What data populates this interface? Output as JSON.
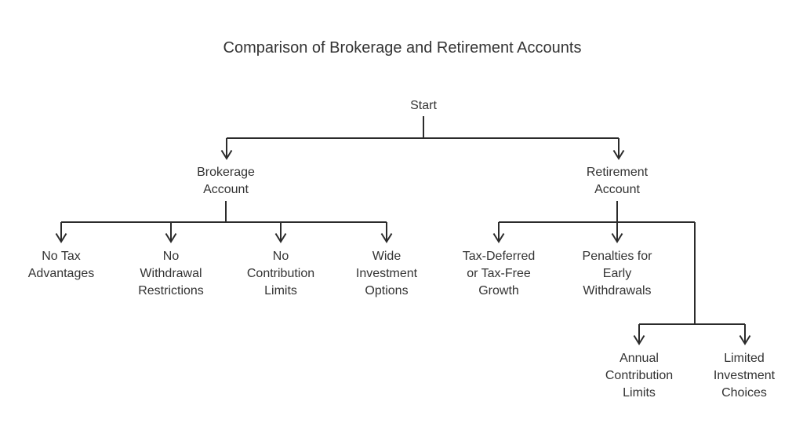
{
  "title": "Comparison of Brokerage and Retirement Accounts",
  "colors": {
    "background": "#ffffff",
    "line": "#2b2b2b",
    "text": "#333333"
  },
  "diagram": {
    "type": "tree-flowchart",
    "nodes": {
      "start": {
        "label": "Start"
      },
      "brokerage_account": {
        "label": "Brokerage\nAccount"
      },
      "retirement_account": {
        "label": "Retirement\nAccount"
      },
      "no_tax_advantages": {
        "label": "No Tax\nAdvantages"
      },
      "no_withdrawal_restrictions": {
        "label": "No\nWithdrawal\nRestrictions"
      },
      "no_contribution_limits": {
        "label": "No\nContribution\nLimits"
      },
      "wide_investment_options": {
        "label": "Wide\nInvestment\nOptions"
      },
      "tax_deferred_growth": {
        "label": "Tax-Deferred\nor Tax-Free\nGrowth"
      },
      "penalties_early_withdrawals": {
        "label": "Penalties for\nEarly\nWithdrawals"
      },
      "annual_contribution_limits": {
        "label": "Annual\nContribution\nLimits"
      },
      "limited_investment_choices": {
        "label": "Limited\nInvestment\nChoices"
      }
    },
    "edges": [
      [
        "start",
        "brokerage_account"
      ],
      [
        "start",
        "retirement_account"
      ],
      [
        "brokerage_account",
        "no_tax_advantages"
      ],
      [
        "brokerage_account",
        "no_withdrawal_restrictions"
      ],
      [
        "brokerage_account",
        "no_contribution_limits"
      ],
      [
        "brokerage_account",
        "wide_investment_options"
      ],
      [
        "retirement_account",
        "tax_deferred_growth"
      ],
      [
        "retirement_account",
        "penalties_early_withdrawals"
      ],
      [
        "retirement_account",
        "annual_contribution_limits"
      ],
      [
        "retirement_account",
        "limited_investment_choices"
      ]
    ]
  }
}
